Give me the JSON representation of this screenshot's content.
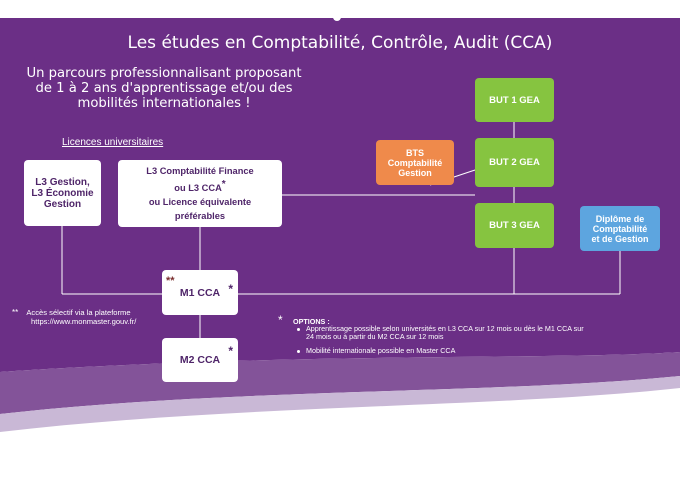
{
  "title": "Les études en Comptabilité, Contrôle, Audit (CCA)",
  "intro": "Un parcours professionnalisant proposant de 1 à 2 ans d'apprentissage et/ou des mobilités internationales !",
  "licences_label": "Licences universitaires",
  "boxes": {
    "l3_gestion": {
      "line1": "L3 Gestion,",
      "line2": "L3 Économie",
      "line3": "Gestion"
    },
    "l3_cca": {
      "line1": "L3 Comptabilité Finance",
      "line2": "ou L3 CCA",
      "line2_star": "*",
      "line3": "ou Licence équivalente",
      "line4": "préférables"
    },
    "but1": "BUT 1 GEA",
    "but2": "BUT 2 GEA",
    "but3": "BUT 3 GEA",
    "bts": {
      "line1": "BTS",
      "line2": "Comptabilité",
      "line3": "Gestion"
    },
    "dcg": {
      "line1": "Diplôme de",
      "line2": "Comptabilité",
      "line3": "et de Gestion"
    },
    "m1": {
      "prefix": "**",
      "label": "M1 CCA",
      "suffix": "*"
    },
    "m2": {
      "label": "M2 CCA",
      "suffix": "*"
    }
  },
  "note": {
    "stars": "**",
    "line1": "Accès sélectif via la plateforme",
    "line2": "https://www.monmaster.gouv.fr/"
  },
  "options": {
    "star": "*",
    "heading": "OPTIONS :",
    "item1_line1": "Apprentissage possible selon universités en L3 CCA sur 12 mois ou dès le M1 CCA sur",
    "item1_line2": "24 mois ou à partir du M2 CCA sur 12 mois",
    "item2": "Mobilité internationale possible en Master CCA"
  },
  "colors": {
    "purple": "#6b2f86",
    "green": "#86c440",
    "orange": "#ef8a4b",
    "blue": "#5da5df",
    "lavender": "#c9b8d6"
  }
}
